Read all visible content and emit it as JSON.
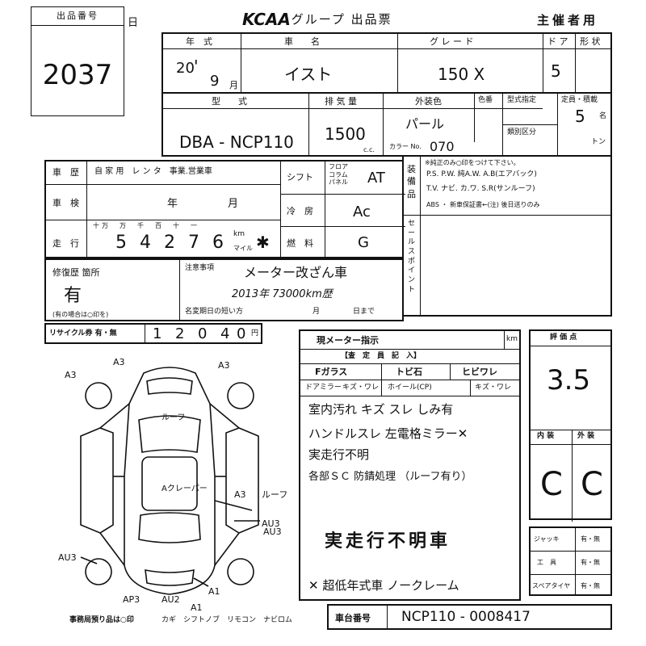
{
  "header": {
    "lot_label": "出品番号",
    "lot_number": "2037",
    "day_char": "日",
    "brand": "KCAA",
    "title": ".グループ 出品票",
    "copy_label": "主催者用"
  },
  "row1": {
    "year_label": "年　式",
    "car_name_label": "車　　名",
    "grade_label": "グ レ ー ド",
    "doors_label": "ド ア",
    "shape_label": "形 状",
    "year_value": "20",
    "month_value": "9",
    "month_char": "月",
    "year_tick": "'",
    "car_name_value": "イスト",
    "grade_value": "150 X",
    "doors_value": "5"
  },
  "row2": {
    "model_label": "型　　式",
    "disp_label": "排 気 量",
    "color_label": "外装色",
    "color_no_label": "色番",
    "type_spec_label": "型式指定",
    "class_label": "類別区分",
    "capacity_label": "定員・積載",
    "model_value": "DBA - NCP110",
    "disp_value": "1500",
    "cc": "c.c.",
    "color_value": "パール",
    "color_no_prefix": "カラー No.",
    "color_no_value": "070",
    "capacity_value": "5",
    "capacity_unit": "名",
    "ton_unit": "トン"
  },
  "history": {
    "history_label": "車　歴",
    "history_options": "自 家 用　レ ン タ　事業.営業車",
    "inspection_label": "車　検",
    "year_unit": "年",
    "month_unit": "月",
    "mileage_label": "走　行",
    "mileage_units": "十万　万　千　百　十　一",
    "mileage_digits": [
      "5",
      "4",
      "2",
      "7",
      "6"
    ],
    "km": "km",
    "mile": "マイル",
    "mileage_mark": "✱",
    "shift_label": "シフト",
    "shift_opts": "フロア\nコラム\nパネル",
    "shift_value": "AT",
    "ac_label": "冷　房",
    "ac_value": "Ac",
    "fuel_label": "燃　料",
    "fuel_value": "G"
  },
  "equipment": {
    "label": "装\n備\n品",
    "sale_point_label": "セ\nー\nル\nス\nポ\nイ\nン\nト",
    "note": "※純正のみ○印をつけて下さい。",
    "line1": "P.S. P.W. 純A.W. A.B(エアバック)",
    "line2": "T.V. ナビ. カ.ワ. S.R(サンルーフ)",
    "line3": "ABS ・ 新車保証書←(注) 後日送りのみ"
  },
  "repair": {
    "label": "修復歴 箇所",
    "value": "有",
    "note": "(有の場合は○印を)",
    "notes_label": "注意事項",
    "notes_line1": "メーター改ざん車",
    "notes_line2": "2013年 73000km歴",
    "deadline_label": "名変期日の短い方",
    "deadline_month": "月",
    "deadline_day": "日まで"
  },
  "recycle": {
    "label": "リサイクル券 有・無",
    "digits": [
      "1",
      "2",
      "0",
      "4",
      "0"
    ],
    "yen": "円"
  },
  "inspection": {
    "meter_label": "現メーター指示",
    "meter_unit": "km",
    "inspector_label": "【査　定　員　記　入】",
    "glass": "Fガラス",
    "chip": "トビ石",
    "crack": "ヒビワレ",
    "door_mirror": "ドアミラー",
    "scratch_crack1": "キズ・ワレ",
    "wheel": "ホイール(CP)",
    "scratch_crack2": "キズ・ワレ",
    "handwritten_1": "室内汚れ キズ スレ しみ有",
    "handwritten_2": "ハンドルスレ 左電格ミラー✕",
    "handwritten_3": "実走行不明",
    "handwritten_4": "各部ＳＣ 防錆処理 （ルーフ有り）",
    "unknown_mileage": "実走行不明車",
    "footer_note": "✕ 超低年式車 ノークレーム"
  },
  "evaluation": {
    "label": "評 価 点",
    "score": "3.5",
    "interior_label": "内 装",
    "exterior_label": "外 装",
    "interior_value": "C",
    "exterior_value": "C"
  },
  "accessories": {
    "jack": "ジャッキ",
    "tools": "工　具",
    "spare": "スペアタイヤ",
    "yes_no": "有・無"
  },
  "diagram": {
    "labels": [
      "A3",
      "A3",
      "A3",
      "ルーフ",
      "Aクレーパー",
      "A3",
      "AU3",
      "AU3",
      "AP3",
      "AU2",
      "A1",
      "A1",
      "ルーフ",
      "AU3"
    ]
  },
  "footer": {
    "office_note": "事務局預り品は○印",
    "items": "カギ　シフトノブ　リモコン　ナビロム",
    "chassis_label": "車台番号",
    "chassis_value": "NCP110 - 0008417"
  }
}
